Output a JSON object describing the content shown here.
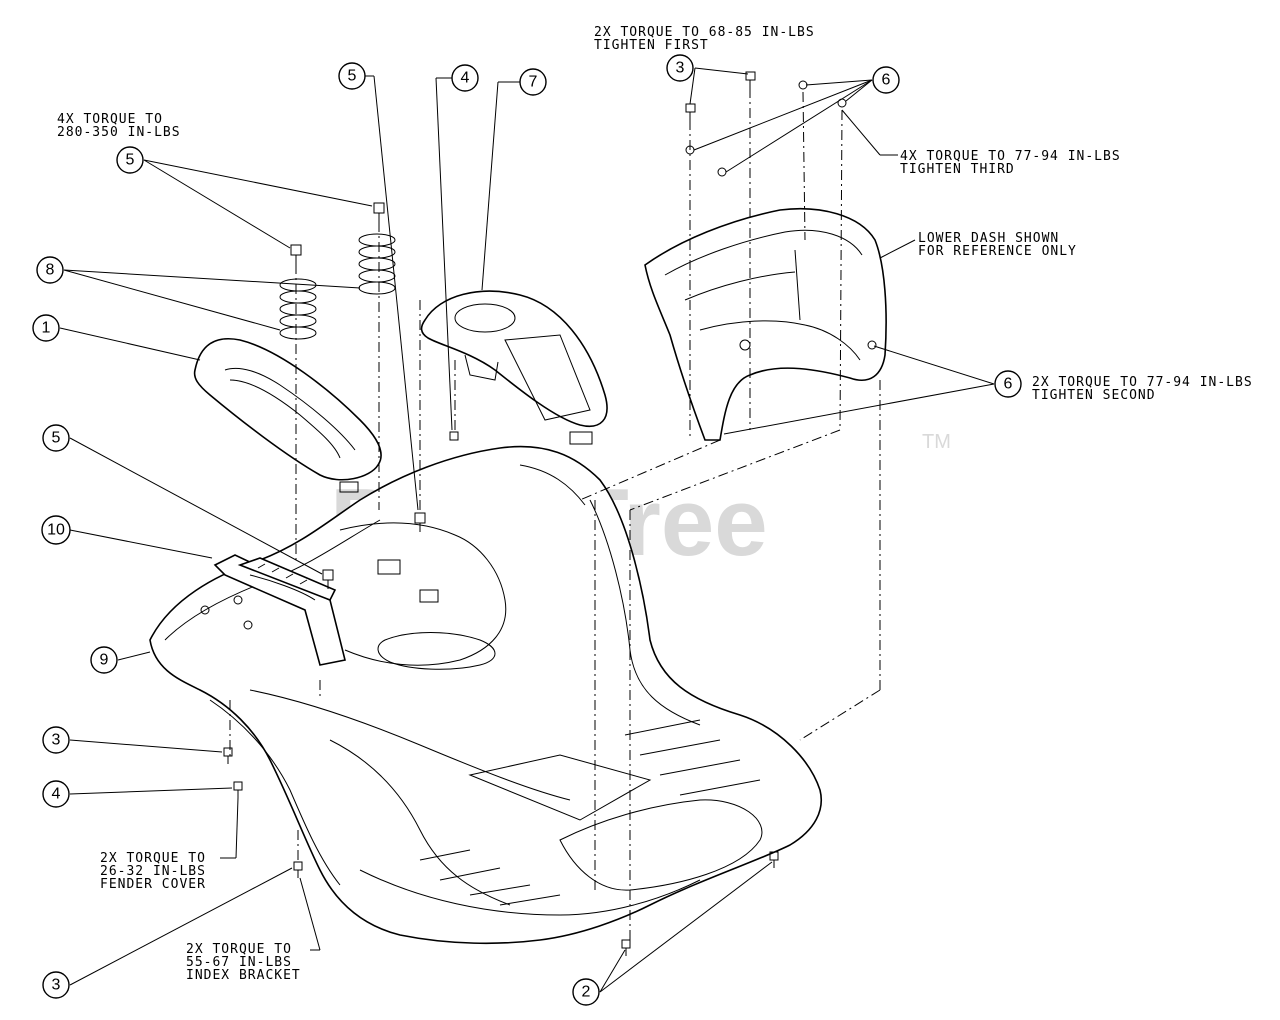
{
  "watermark": {
    "text": "PartsTree",
    "trademark": "TM"
  },
  "notes": {
    "torque_68_85": [
      "2X TORQUE TO 68-85 IN-LBS",
      "TIGHTEN FIRST"
    ],
    "torque_280_350": [
      "4X TORQUE TO",
      "280-350 IN-LBS"
    ],
    "torque_77_94_third": [
      "4X TORQUE TO 77-94 IN-LBS",
      "TIGHTEN THIRD"
    ],
    "lower_dash": [
      "LOWER DASH SHOWN",
      "FOR REFERENCE ONLY"
    ],
    "torque_77_94_second": [
      "2X TORQUE TO 77-94 IN-LBS",
      "TIGHTEN SECOND"
    ],
    "torque_26_32": [
      "2X TORQUE TO",
      "26-32 IN-LBS",
      "FENDER COVER"
    ],
    "torque_55_67": [
      "2X TORQUE TO",
      "55-67 IN-LBS",
      "INDEX BRACKET"
    ]
  },
  "callouts": {
    "c1": "1",
    "c2": "2",
    "c3_top": "3",
    "c3_left": "3",
    "c3_bottom": "3",
    "c4_top": "4",
    "c4_left": "4",
    "c5_upper_left": "5",
    "c5_top": "5",
    "c5_mid": "5",
    "c6_top": "6",
    "c6_right": "6",
    "c7": "7",
    "c8": "8",
    "c9": "9",
    "c10": "10"
  }
}
